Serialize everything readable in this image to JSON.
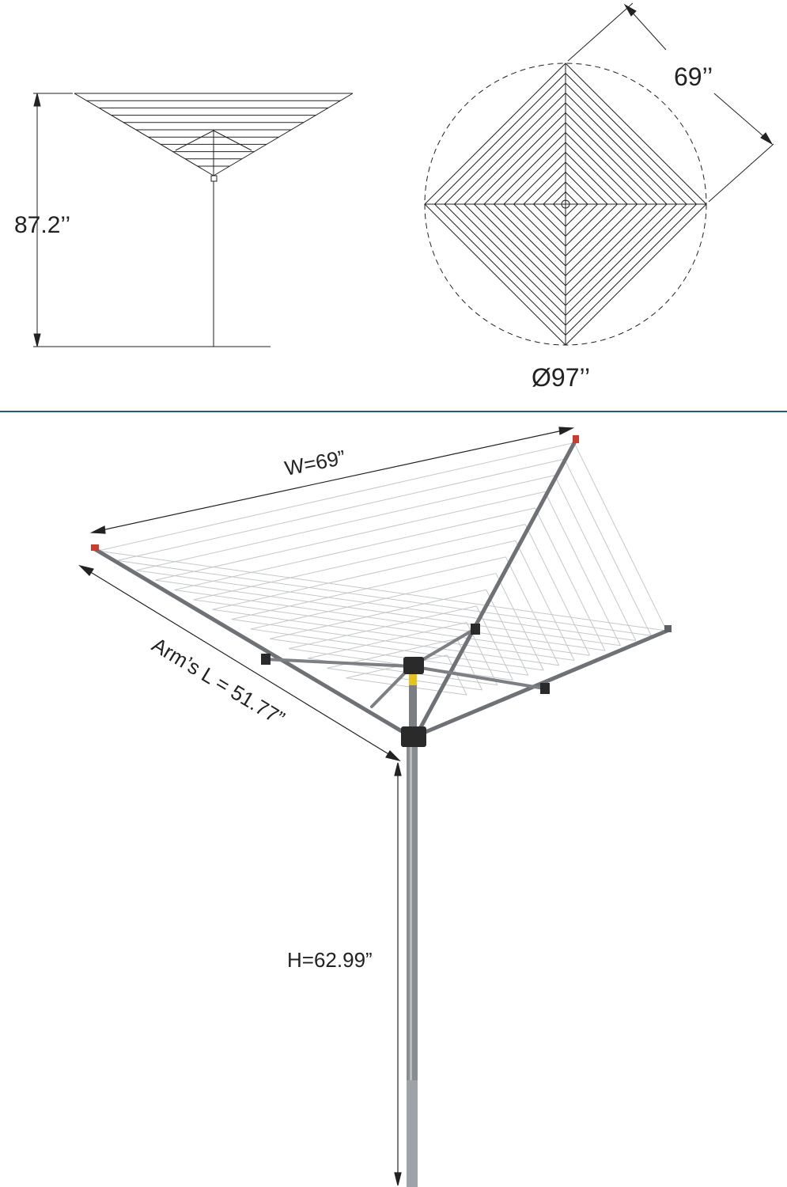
{
  "side_view": {
    "height_label": "87.2’’"
  },
  "top_view": {
    "side_label": "69’’",
    "diameter_label": "Ø97’’"
  },
  "product_photo": {
    "width_label": "W=69”",
    "arm_label": "Arm’s L = 51.77”",
    "height_label": "H=62.99”"
  },
  "colors": {
    "divider": "#1f5a7a",
    "line": "#222222",
    "pole": "#8a8d90",
    "arm": "#6e7175",
    "clip": "#2a2a2a",
    "cap_red": "#d03a2a",
    "accent_yellow": "#e8c41a"
  }
}
